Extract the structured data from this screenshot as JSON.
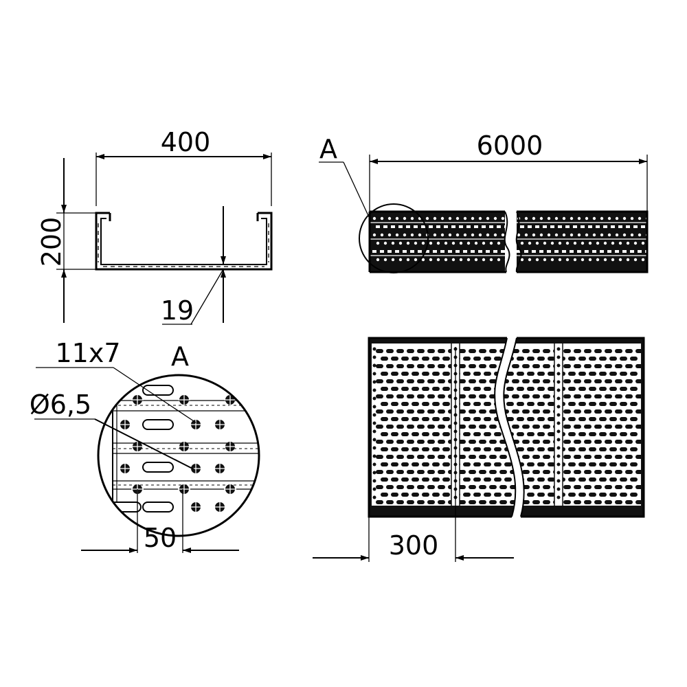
{
  "labels": {
    "width_400": "400",
    "height_200": "200",
    "flange_19": "19",
    "length_6000": "6000",
    "detail_marker_a": "A",
    "detail_title_a": "A",
    "slot_11x7": "11x7",
    "hole_d65": "Ø6,5",
    "pitch_50": "50",
    "pitch_300": "300"
  },
  "colors": {
    "line": "#000000",
    "background": "#ffffff"
  }
}
